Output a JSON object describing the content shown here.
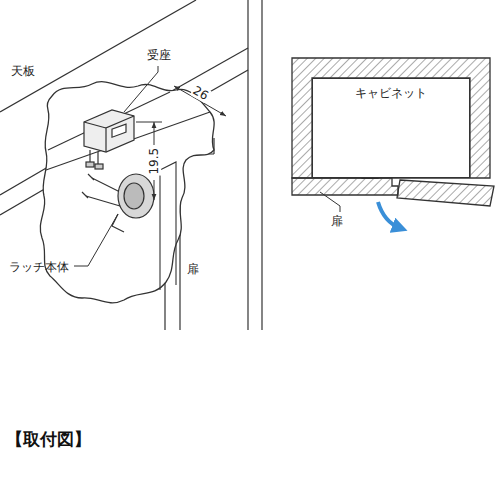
{
  "diagram": {
    "caption": "【取付図】",
    "nodes": [
      {
        "text": [
          "キャビネット"
        ]
      }
    ],
    "labels": [
      "天板",
      "受座",
      "26",
      "19.5",
      "ラッチ本体",
      "扉",
      "ラッチ",
      "扉"
    ]
  }
}
